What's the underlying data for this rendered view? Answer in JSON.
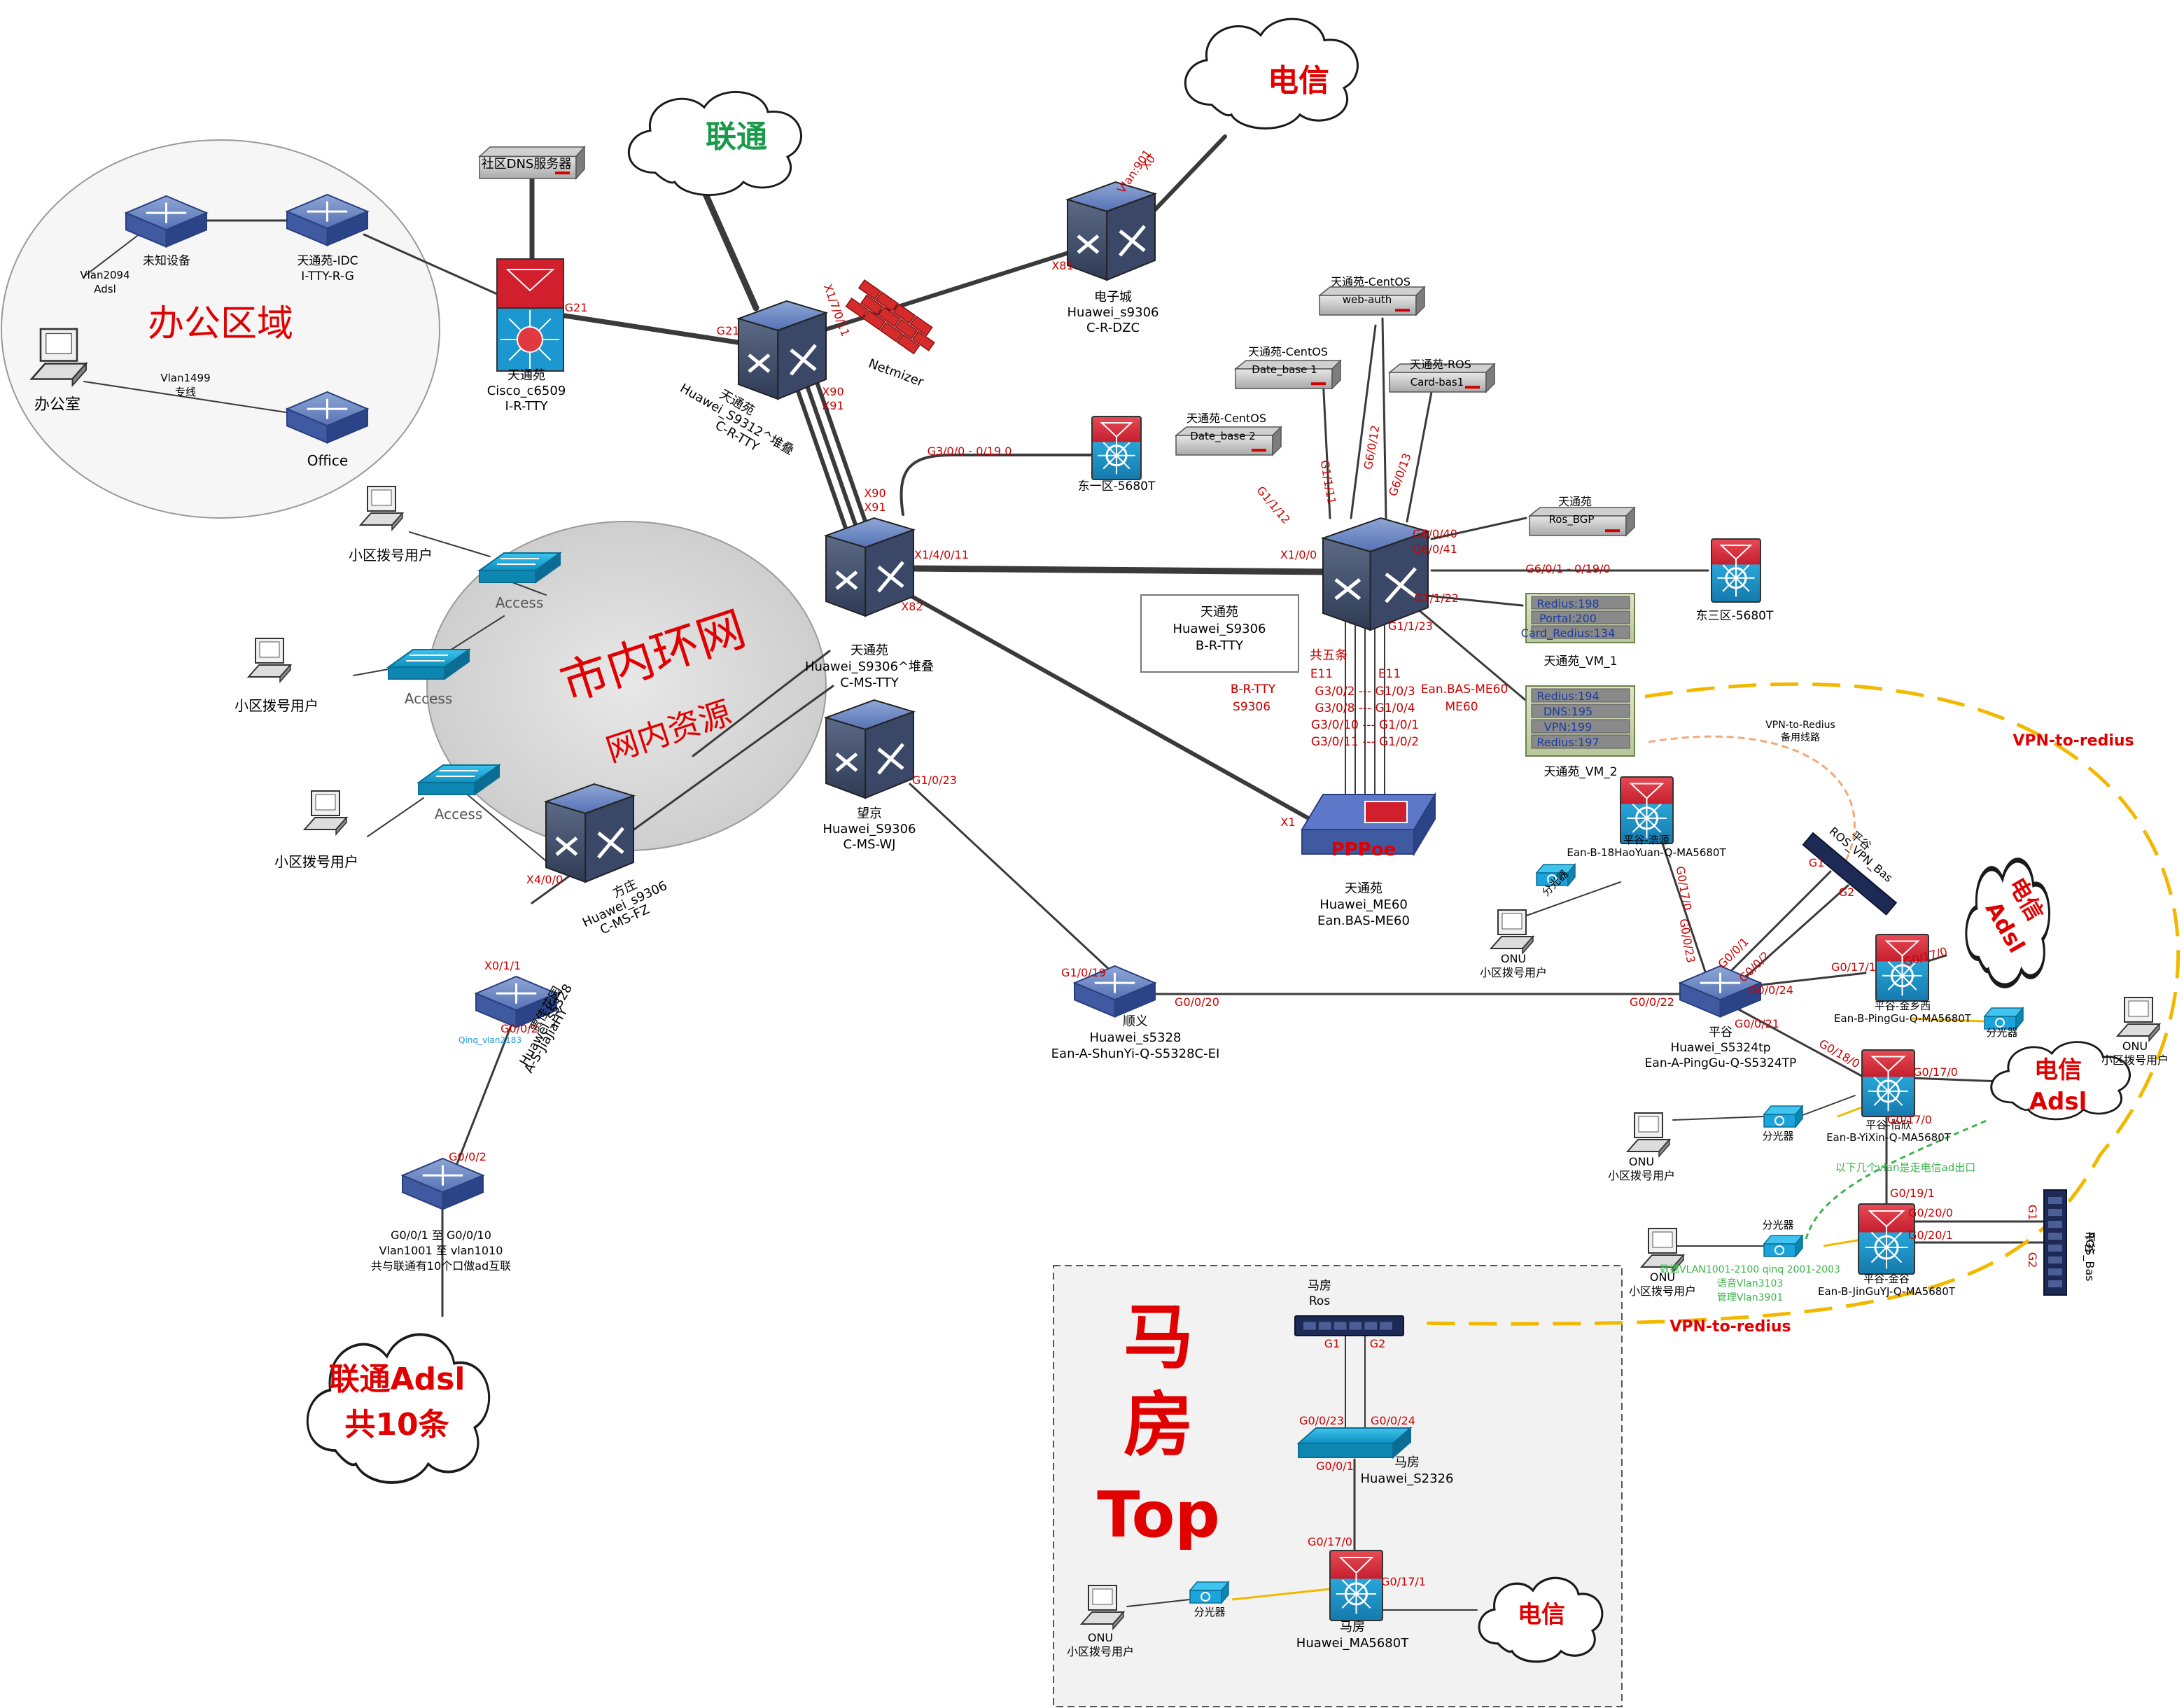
{
  "zones": {
    "office": "办公区域",
    "metro_ring": "市内环网",
    "metro_sub": "网内资源",
    "mafang_title": [
      "马",
      "房",
      "Top"
    ]
  },
  "clouds": {
    "unicom": "联通",
    "telecom": "电信",
    "telecom_adsl_1": [
      "电信",
      "Adsl"
    ],
    "telecom_adsl_2": [
      "电信",
      "Adsl"
    ],
    "unicom_adsl": [
      "联通Adsl",
      "共10条"
    ],
    "telecom_mafang": "电信"
  },
  "devices": {
    "unknown": "未知设备",
    "idc": [
      "天通苑-IDC",
      "I-TTY-R-G"
    ],
    "office_sw": "Office",
    "office_pc": "办公室",
    "dns_server": "社区DNS服务器",
    "c6509": [
      "天通苑",
      "Cisco_c6509",
      "I-R-TTY"
    ],
    "s9312": [
      "天通苑",
      "Huawei_S9312^堆叠",
      "C-R-TTY"
    ],
    "netmizer": "Netmizer",
    "dzc": [
      "电子城",
      "Huawei_s9306",
      "C-R-DZC"
    ],
    "east1": "东一区-5680T",
    "east3": "东三区-5680T",
    "s9306_ms": [
      "天通苑",
      "Huawei_S9306^堆叠",
      "C-MS-TTY"
    ],
    "wangjing": [
      "望京",
      "Huawei_S9306",
      "C-MS-WJ"
    ],
    "fangzhuang": [
      "方庄",
      "Huawei_s9306",
      "C-MS-FZ"
    ],
    "jiajia": [
      "贾佳花园",
      "Huawei_s5328",
      "A-S-JiaJiaHY"
    ],
    "btty": [
      "天通苑",
      "Huawei_S9306",
      "B-R-TTY"
    ],
    "me60": [
      "天通苑",
      "Huawei_ME60",
      "Ean.BAS-ME60"
    ],
    "pppoe": "PPPoe",
    "shunyi": [
      "顺义",
      "Huawei_s5328",
      "Ean-A-ShunYi-Q-S5328C-EI"
    ],
    "pinggu": [
      "平谷",
      "Huawei_S5324tp",
      "Ean-A-PingGu-Q-S5324TP"
    ],
    "haoyuan": [
      "平谷-浩源",
      "Ean-B-18HaoYuan-Q-MA5680T"
    ],
    "jinxiangxi": [
      "平谷-金乡西",
      "Ean-B-PingGu-Q-MA5680T"
    ],
    "yixin": [
      "平谷-怡欣",
      "Ean-B-YiXin-Q-MA5680T"
    ],
    "jingu": [
      "平谷-金谷",
      "Ean-B-JinGuYJ-Q-MA5680T"
    ],
    "ros_vpn_bas": [
      "平谷",
      "ROS_VPN_Bas"
    ],
    "ros_bas": [
      "平谷",
      "ROS_Bas"
    ],
    "access": "Access",
    "dial_user": "小区拨号用户",
    "onu": "ONU",
    "splitter": "分光器",
    "mafang_ros": [
      "马房",
      "Ros"
    ],
    "mafang_s2326": [
      "马房",
      "Huawei_S2326"
    ],
    "mafang_ma5680t": [
      "马房",
      "Huawei_MA5680T"
    ]
  },
  "servers": {
    "date_base1": [
      "天通苑-CentOS",
      "Date_base 1"
    ],
    "date_base2": [
      "天通苑-CentOS",
      "Date_base 2"
    ],
    "web_auth": [
      "天通苑-CentOS",
      "web-auth"
    ],
    "card_bas": [
      "天通苑-ROS",
      "Card-bas1"
    ],
    "ros_bgp": [
      "天通苑",
      "Ros_BGP"
    ],
    "vm1": [
      "Redius:198",
      "Portal:200",
      "Card_Redius:134"
    ],
    "vm1_label": "天通苑_VM_1",
    "vm2": [
      "Redius:194",
      "DNS:195",
      "VPN:199",
      "Redius:197"
    ],
    "vm2_label": "天通苑_VM_2"
  },
  "ports": {
    "g21_a": "G21",
    "g21_b": "G21",
    "x1_7_0_11": "X1/7/0/11",
    "x81": "X81",
    "x0": "X0",
    "vlan901": "Vlan:901",
    "x90_a": "X90",
    "x91_a": "X91",
    "x90_b": "X90",
    "x91_b": "X91",
    "x1_4_0_11": "X1/4/0/11",
    "x82": "X82",
    "g3_0_0": "G3/0/0  - 0/19 0",
    "x1_0_0": "X1/0/0",
    "g1_1_12": "G1/1/12",
    "g1_1_11": "G1/1/11",
    "g6_0_12": "G6/0/12",
    "g6_0_13": "G6/0/13",
    "g6_0_40": "G6/0/40",
    "g6_0_41": "G6/0/41",
    "g6_0_1": "G6/0/1  - 0/19/0",
    "g1_1_22": "G1/1/22",
    "g1_1_23": "G1/1/23",
    "x1": "X1",
    "g1_0_23": "G1/0/23",
    "g1_0_19": "G1/0/19",
    "g0_0_20": "G0/0/20",
    "g0_0_22": "G0/0/22",
    "g0_0_23": "G0/0/23",
    "g0_0_1": "G0/0/1",
    "g0_0_2": "G0/0/2",
    "g0_0_24": "G0/0/24",
    "g0_0_21": "G0/0/21",
    "g0_17_0_a": "G0/17/0",
    "g0_17_1": "G0/17/1",
    "g0_17_0_b": "G0/17/0",
    "g0_18_0": "G0/18/0",
    "g0_17_0_c": "G0/17/0",
    "g0_17_0_d": "G0/17/0",
    "g0_19_1": "G0/19/1",
    "g0_20_0": "G0/20/0",
    "g0_20_1": "G0/20/1",
    "g1": "G1",
    "g2": "G2",
    "g1_b": "G1",
    "g2_b": "G2",
    "x4_0_0": "X4/0/0",
    "x0_1_1": "X0/1/1",
    "g0_0_2_b": "G0/0/2",
    "qinq": "Qinq_vlan2183",
    "g0_0_2_c": "G0/0/2",
    "vlan2094": "Vlan2094",
    "adsl": "Adsl",
    "vlan1499": "Vlan1499",
    "zhuanxian": "专线",
    "mf_g1": "G1",
    "mf_g2": "G2",
    "mf_g0_0_23": "G0/0/23",
    "mf_g0_0_24": "G0/0/24",
    "mf_g0_0_1": "G0/0/1",
    "mf_g0_17_0": "G0/17/0",
    "mf_g0_17_1": "G0/17/1"
  },
  "notes": {
    "five_bundles": "共五条",
    "e11_l": "E11",
    "e11_r": "E11",
    "btty_l": "B-R-TTY",
    "s9306_l": "S9306",
    "bas_r": "Ean.BAS-ME60",
    "me60_r": "ME60",
    "pairs": [
      "G3/0/2 --- G1/0/3",
      "G3/0/8 --- G1/0/4",
      "G3/0/10 --- G1/0/1",
      "G3/0/11 --- G1/0/2"
    ],
    "vpn_redius_right": "VPN-to-redius",
    "vpn_redius_bottom": "VPN-to-redius",
    "vpn_backup": [
      "VPN-to-Redius",
      "备用线路"
    ],
    "unicom_adsl_ports": [
      "G0/0/1 至 G0/0/10",
      "Vlan1001 至 vlan1010",
      "共与联通有10个口做ad互联"
    ],
    "vlan_note": "以下几个vlan是走电信ad出口",
    "data_vlans": [
      "数据VLAN1001-2100 qinq 2001-2003",
      "语音Vlan3103",
      "管理Vlan3901"
    ]
  },
  "colors": {
    "port_text": "#cc0000",
    "zone_title": "#e00000",
    "unicom_green": "#1a9a4a",
    "vpn_dash": "#f2b800"
  }
}
